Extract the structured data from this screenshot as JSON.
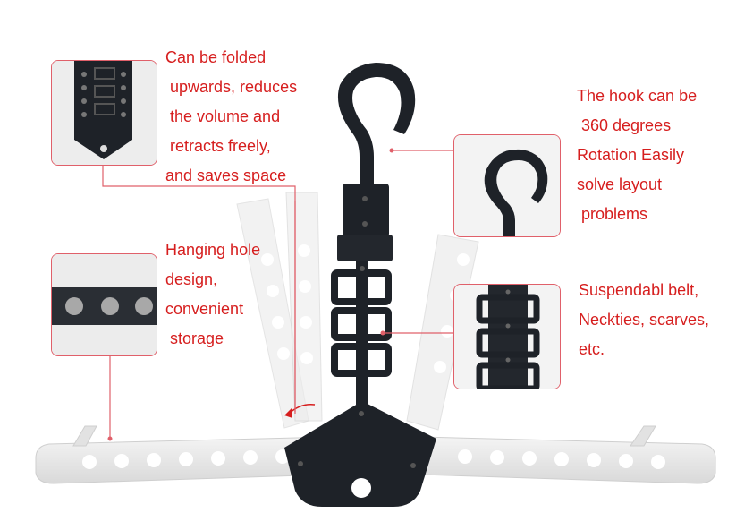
{
  "callouts": {
    "fold": {
      "lines": [
        "Can be folded",
        " upwards, reduces",
        " the volume and",
        " retracts freely,",
        "and saves space"
      ]
    },
    "hook": {
      "lines": [
        "The hook can be",
        " 360 degrees",
        "Rotation Easily",
        "solve layout",
        " problems"
      ]
    },
    "hole": {
      "lines": [
        "Hanging hole",
        "design,",
        "convenient",
        " storage"
      ]
    },
    "belt": {
      "lines": [
        "Suspendabl belt,",
        "Neckties, scarves,",
        "etc."
      ]
    }
  },
  "colors": {
    "annotation_red": "#d61e1e",
    "leader_line": "#e0606a",
    "hanger_black": "#1e2228",
    "arm_white": "#e6e6e6"
  },
  "icons": [
    "rotation-arrow-icon"
  ]
}
